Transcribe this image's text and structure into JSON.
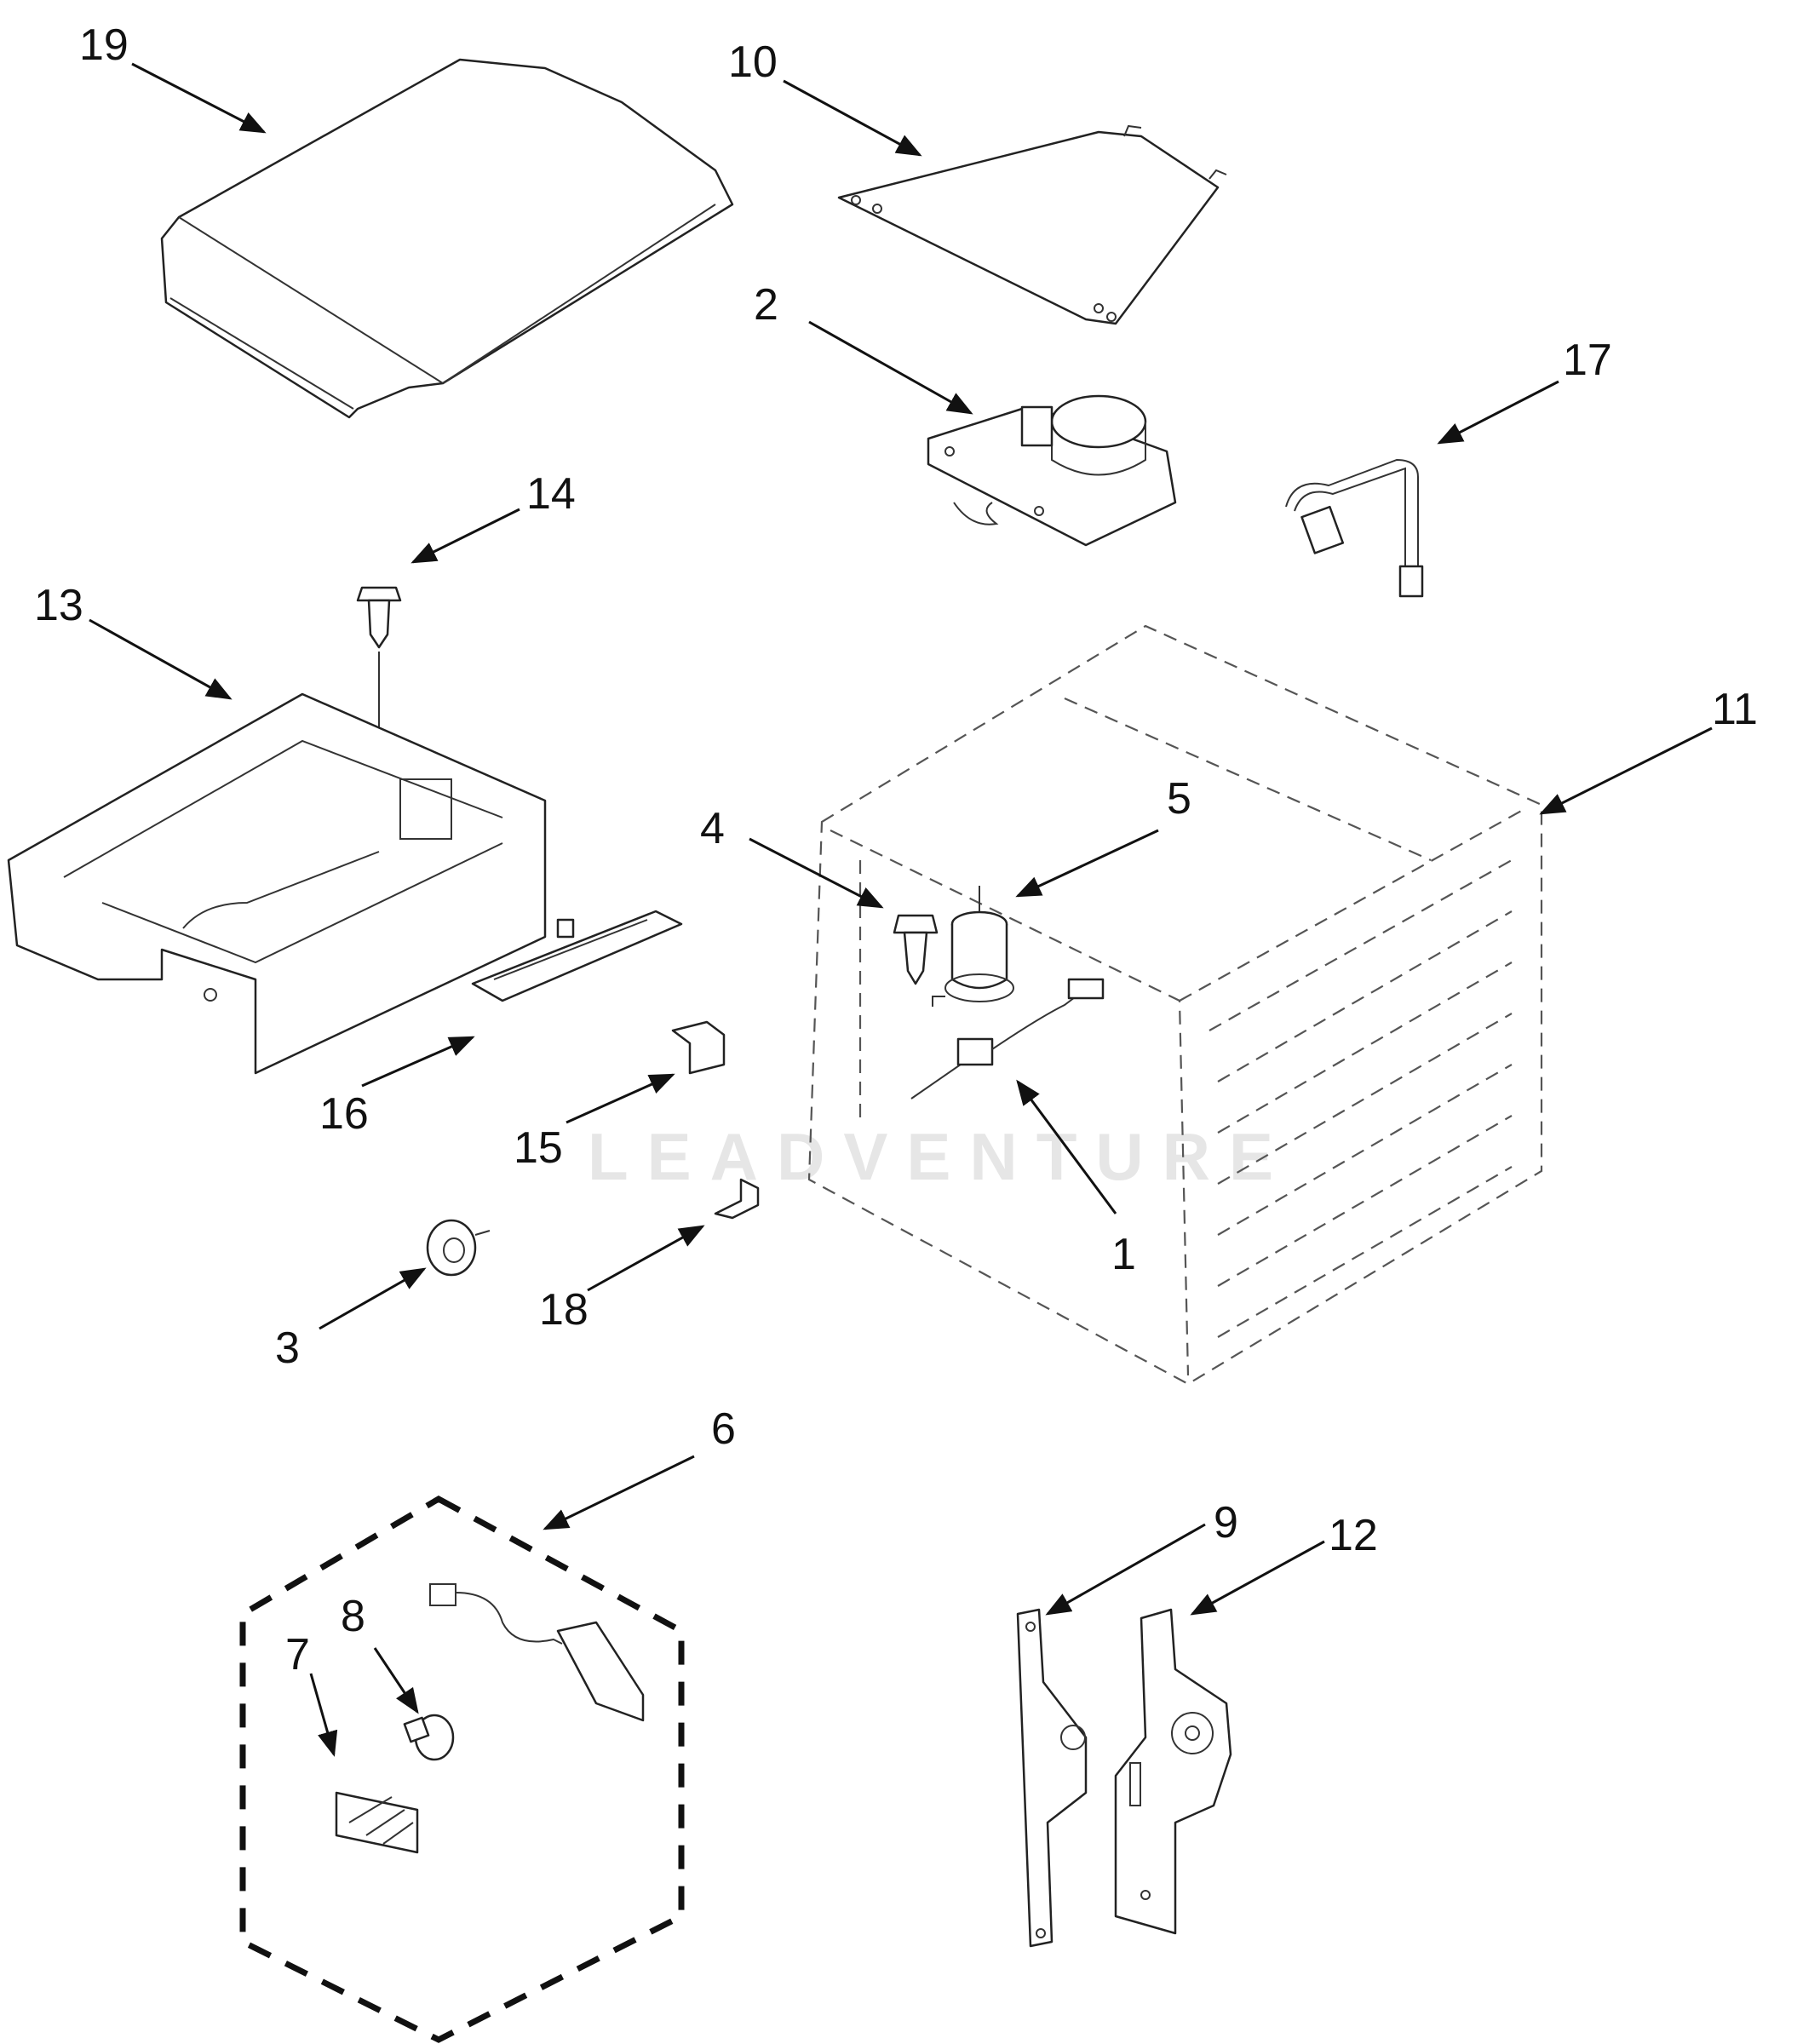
{
  "diagram": {
    "watermark": "LEADVENTURE",
    "callouts": [
      "1",
      "2",
      "3",
      "4",
      "5",
      "6",
      "7",
      "8",
      "9",
      "10",
      "11",
      "12",
      "13",
      "14",
      "15",
      "16",
      "17",
      "18",
      "19"
    ]
  },
  "colors": {
    "line": "#222222",
    "watermark": "#e6e6e6",
    "background": "#ffffff"
  }
}
